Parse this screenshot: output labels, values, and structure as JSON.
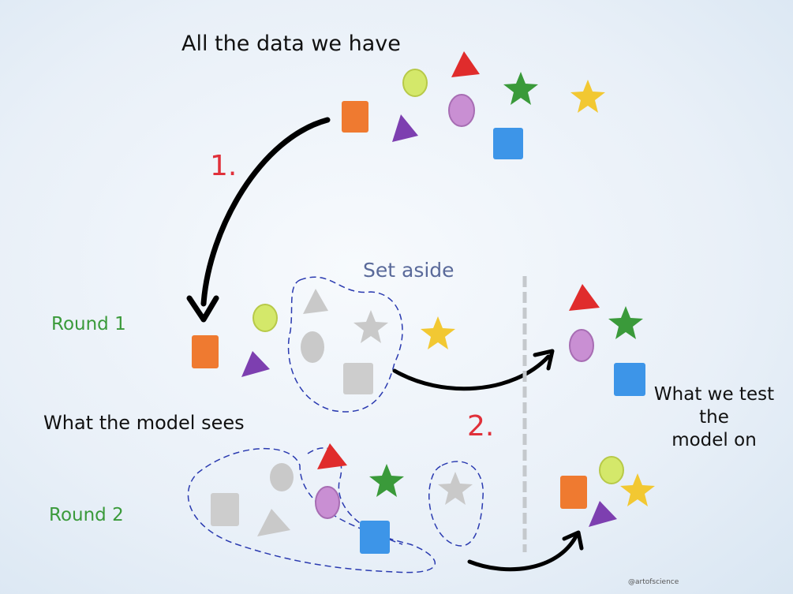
{
  "title": "All the data we have",
  "step1": "1.",
  "step2": "2.",
  "set_aside": "Set aside",
  "round1": "Round 1",
  "round2": "Round 2",
  "model_sees": "What the model sees",
  "test_lines": [
    "What we test",
    "the",
    "model on"
  ],
  "credit": "@artofscience",
  "colors": {
    "red": "#e02c2c",
    "green": "#3a9a3a",
    "step": "#e0303a",
    "setaside": "#5a6a9a",
    "dash": "#2a3ab0"
  }
}
